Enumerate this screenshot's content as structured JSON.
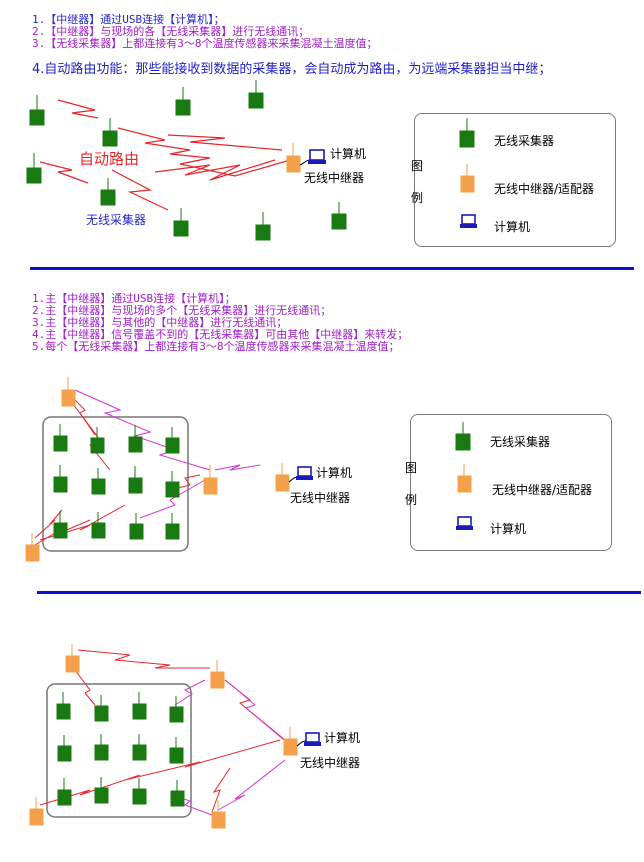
{
  "section1": {
    "notes": [
      "1.【中继器】通过USB连接【计算机】；",
      "2.【中继器】与现场的各【无线采集器】进行无线通讯；",
      "3.【无线采集器】上都连接有3～8个温度传感器来采集混凝土温度值；"
    ],
    "note4": "4.自动路由功能：那些能接收到数据的采集器，会自动成为路由，为远端采集器担当中继；",
    "auto_route_label": "自动路由",
    "collector_label": "无线采集器",
    "computer_label": "计算机",
    "repeater_label": "无线中继器"
  },
  "section2": {
    "notes": [
      "1.主【中继器】通过USB连接【计算机】；",
      "2.主【中继器】与现场的多个【无线采集器】进行无线通讯；",
      "3.主【中继器】与其他的【中继器】进行无线通讯；",
      "4.主【中继器】信号覆盖不到的【无线采集器】可由其他【中继器】来转发；",
      "5.每个【无线采集器】上都连接有3～8个温度传感器来采集混凝土温度值；"
    ],
    "computer_label": "计算机",
    "repeater_label": "无线中继器"
  },
  "section3": {
    "computer_label": "计算机",
    "repeater_label": "无线中继器"
  },
  "legend": {
    "title_1": "图",
    "title_2": "例",
    "collector": "无线采集器",
    "repeater": "无线中继器/适配器",
    "computer": "计算机"
  },
  "colors": {
    "collector": "#1a7a12",
    "repeater": "#f5a04a",
    "signal_red": "#e8262b",
    "signal_magenta": "#d633d6",
    "rule": "#0b10d8",
    "text_blue": "#2727c8",
    "text_purple": "#a020c8"
  }
}
